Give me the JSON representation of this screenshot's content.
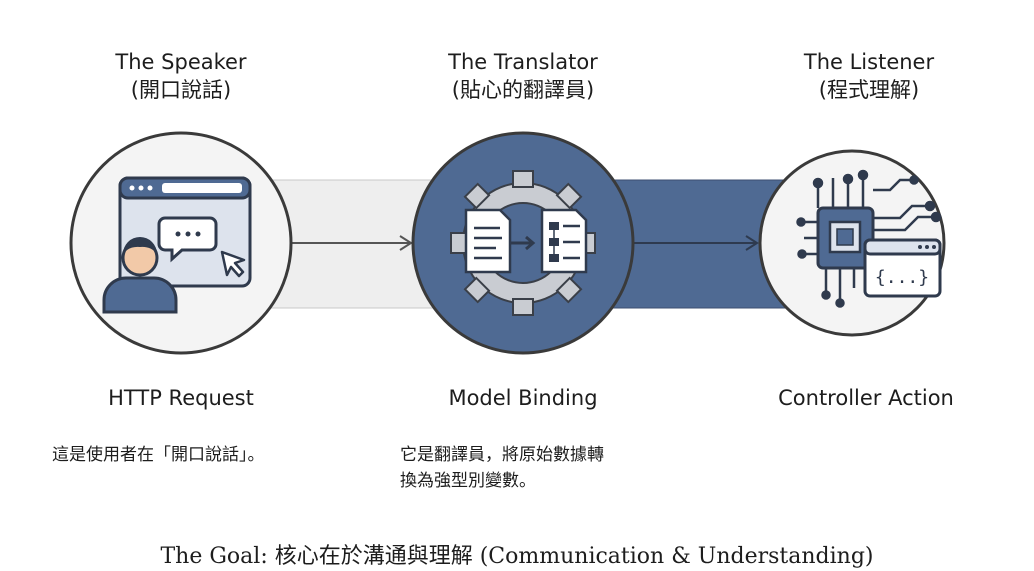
{
  "speaker": {
    "title": "The Speaker",
    "subtitle": "(開口說話)",
    "label": "HTTP Request",
    "description": "這是使用者在「開口說話」。",
    "icon": "user-speech-browser-icon"
  },
  "translator": {
    "title": "The Translator",
    "subtitle": "(貼心的翻譯員)",
    "label": "Model Binding",
    "description_line1": "它是翻譯員，將原始數據轉",
    "description_line2": "換為強型別變數。",
    "icon": "gear-document-transform-icon"
  },
  "listener": {
    "title": "The Listener",
    "subtitle": "(程式理解)",
    "label": "Controller Action",
    "icon": "chip-code-icon",
    "code_text": "{...}"
  },
  "goal": "The Goal: 核心在於溝通與理解 (Communication & Understanding)",
  "colors": {
    "accent": "#4f6a93",
    "light_band": "#eeeeee",
    "stroke": "#3a3a3a"
  }
}
